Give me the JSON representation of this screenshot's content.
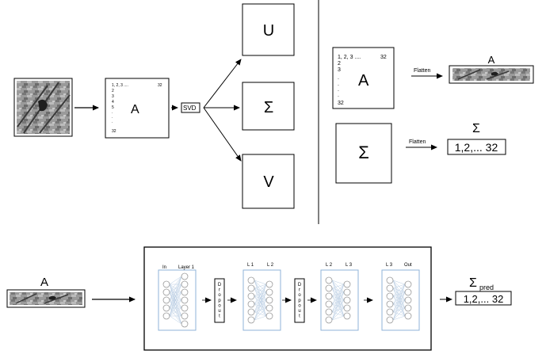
{
  "svd_panel": {
    "matrix_symbol": "A",
    "matrix_header": "1, 2, 3 ....",
    "matrix_header_end": "32",
    "row_indices": [
      "2",
      "3",
      "4",
      "5",
      ".",
      ".",
      ".",
      "32"
    ],
    "svd_label": "SVD",
    "u_label": "U",
    "sigma_label": "Σ",
    "v_label": "V"
  },
  "flatten_panel": {
    "matrix_symbol": "A",
    "matrix_header": "1, 2, 3 ....",
    "matrix_header_end": "32",
    "row_indices": [
      "2",
      "3",
      ".",
      ".",
      ".",
      ".",
      "32"
    ],
    "flatten_label_1": "Flatten",
    "flattened_a_label": "A",
    "sigma_symbol": "Σ",
    "flatten_label_2": "Flatten",
    "flattened_sigma_label": "Σ",
    "flattened_sigma_values": "1,2,... 32"
  },
  "network_panel": {
    "input_label": "A",
    "layers": {
      "in": "In",
      "layer1": "Layer 1",
      "l1": "L 1",
      "l2": "L 2",
      "l2b": "L 2",
      "l3": "L 3",
      "l3b": "L 3",
      "out": "Out"
    },
    "dropout_label": "Dropout",
    "output_sigma": "Σ",
    "output_sub": "pred",
    "output_values": "1,2,... 32"
  }
}
